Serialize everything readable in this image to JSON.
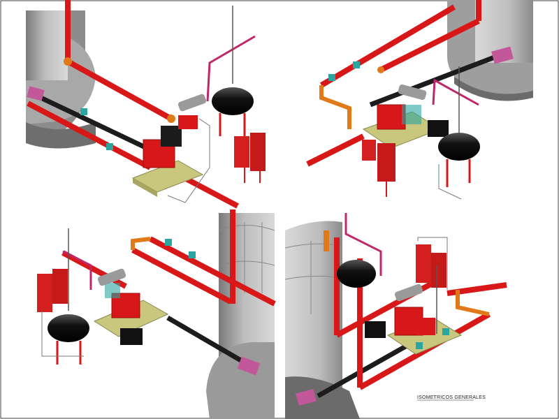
{
  "sheet": {
    "caption": "ISOMETRICOS GENERALES",
    "caption_sub": ""
  },
  "views": [
    {
      "id": "iso-view-1",
      "label": ""
    },
    {
      "id": "iso-view-2",
      "label": ""
    },
    {
      "id": "iso-view-3",
      "label": ""
    },
    {
      "id": "iso-view-4",
      "label": ""
    }
  ],
  "colors": {
    "fire_pipe": "#d81818",
    "fire_pipe_dark": "#9a0c0c",
    "fittings": "#e07a18",
    "suction_pipe": "#1c1c1c",
    "vent_pipe": "#c0266a",
    "tank_wall": "#c8c8c8",
    "tank_shadow": "#6b6b6b",
    "base_slab": "#c9c77e",
    "anchor_plate": "#c2579a",
    "valve_teal": "#2aa5a0",
    "controller_red": "#d41f1f",
    "silencer": "#9a9a9a",
    "battery": "#111111"
  }
}
